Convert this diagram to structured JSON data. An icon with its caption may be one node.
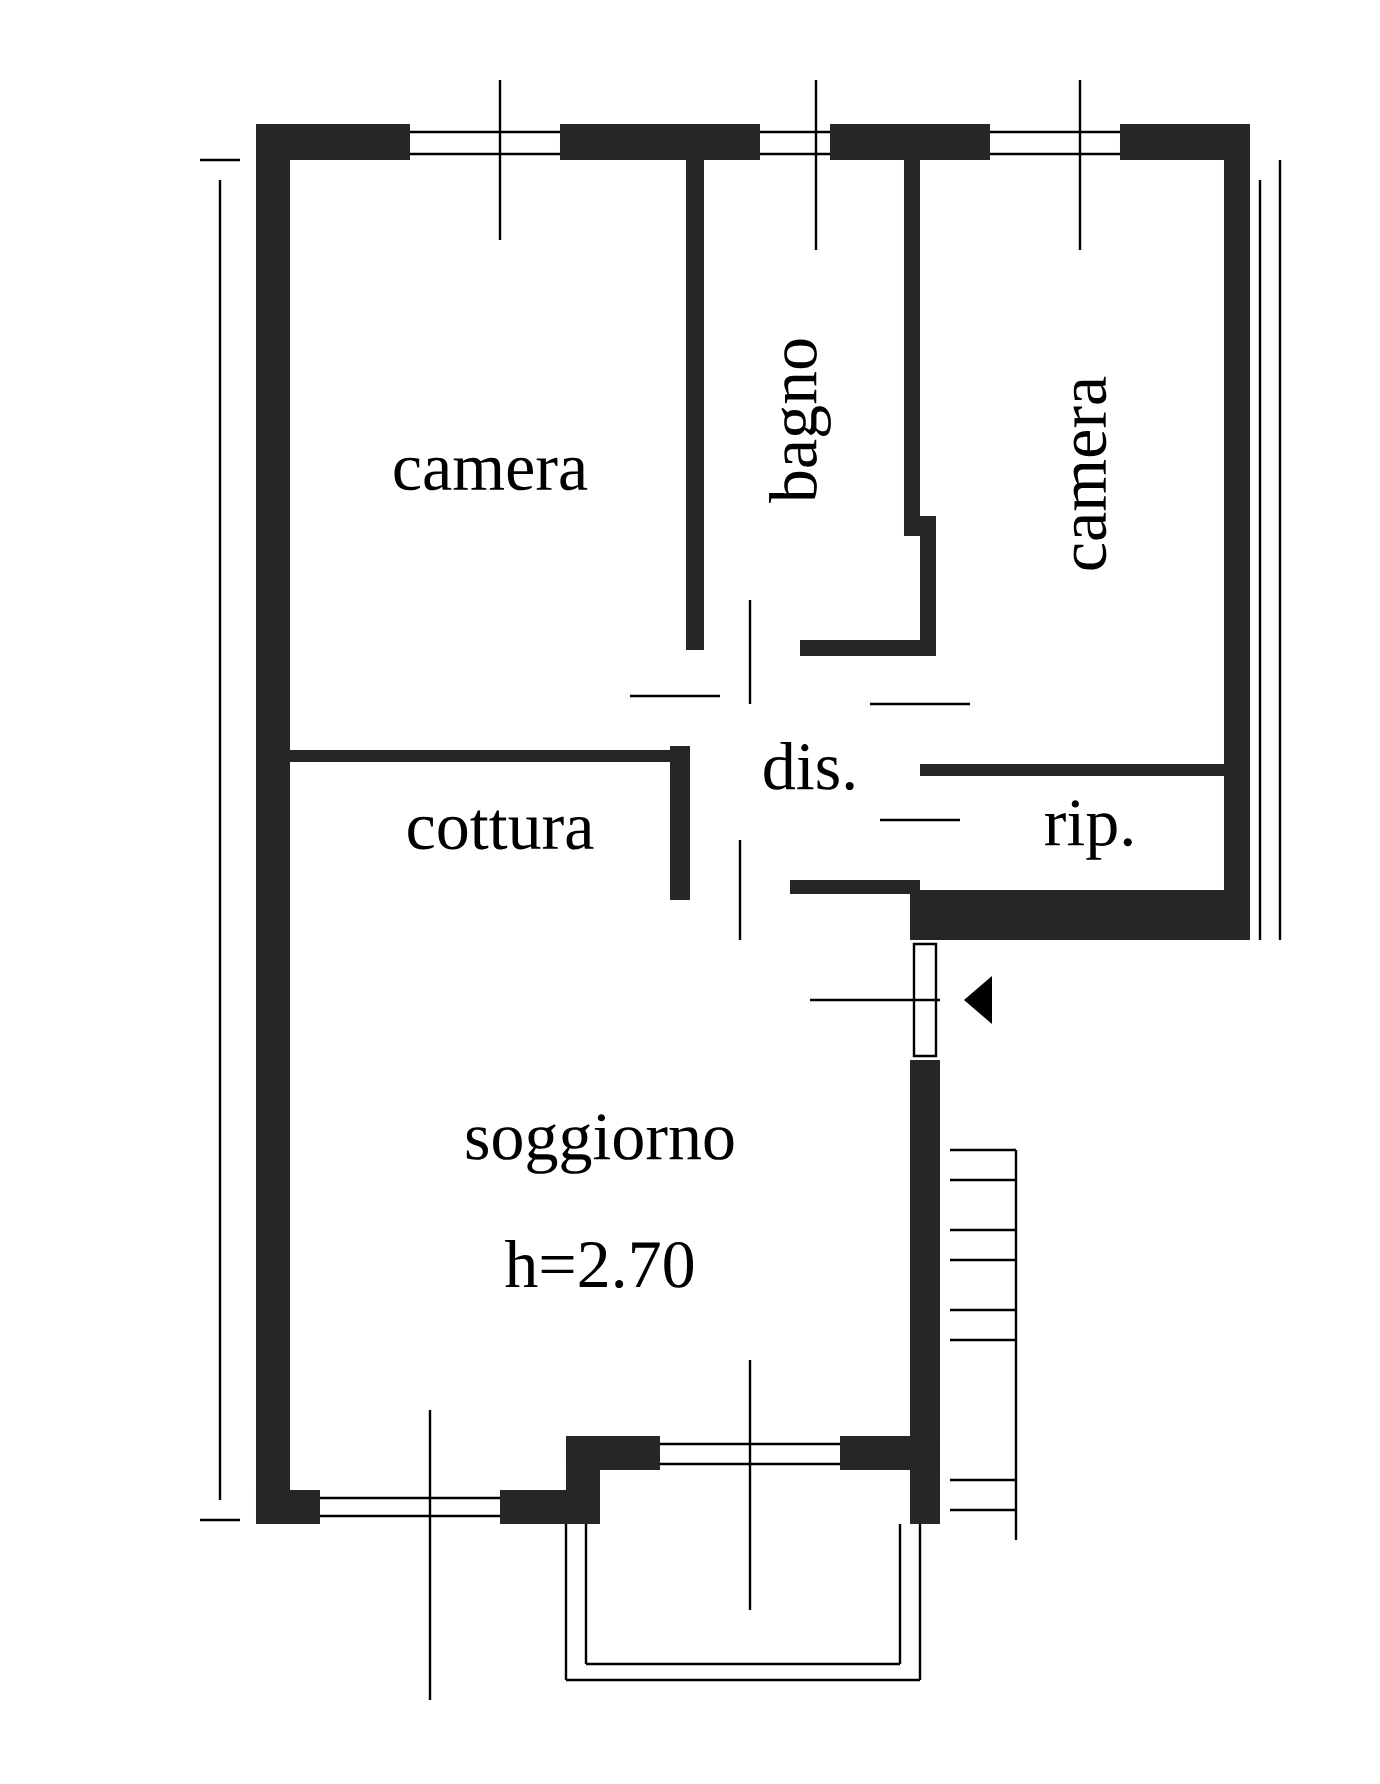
{
  "diagram": {
    "labels": [
      "camera",
      "bagno",
      "camera",
      "dis.",
      "cottura",
      "rip.",
      "soggiorno",
      "h=2.70"
    ]
  }
}
